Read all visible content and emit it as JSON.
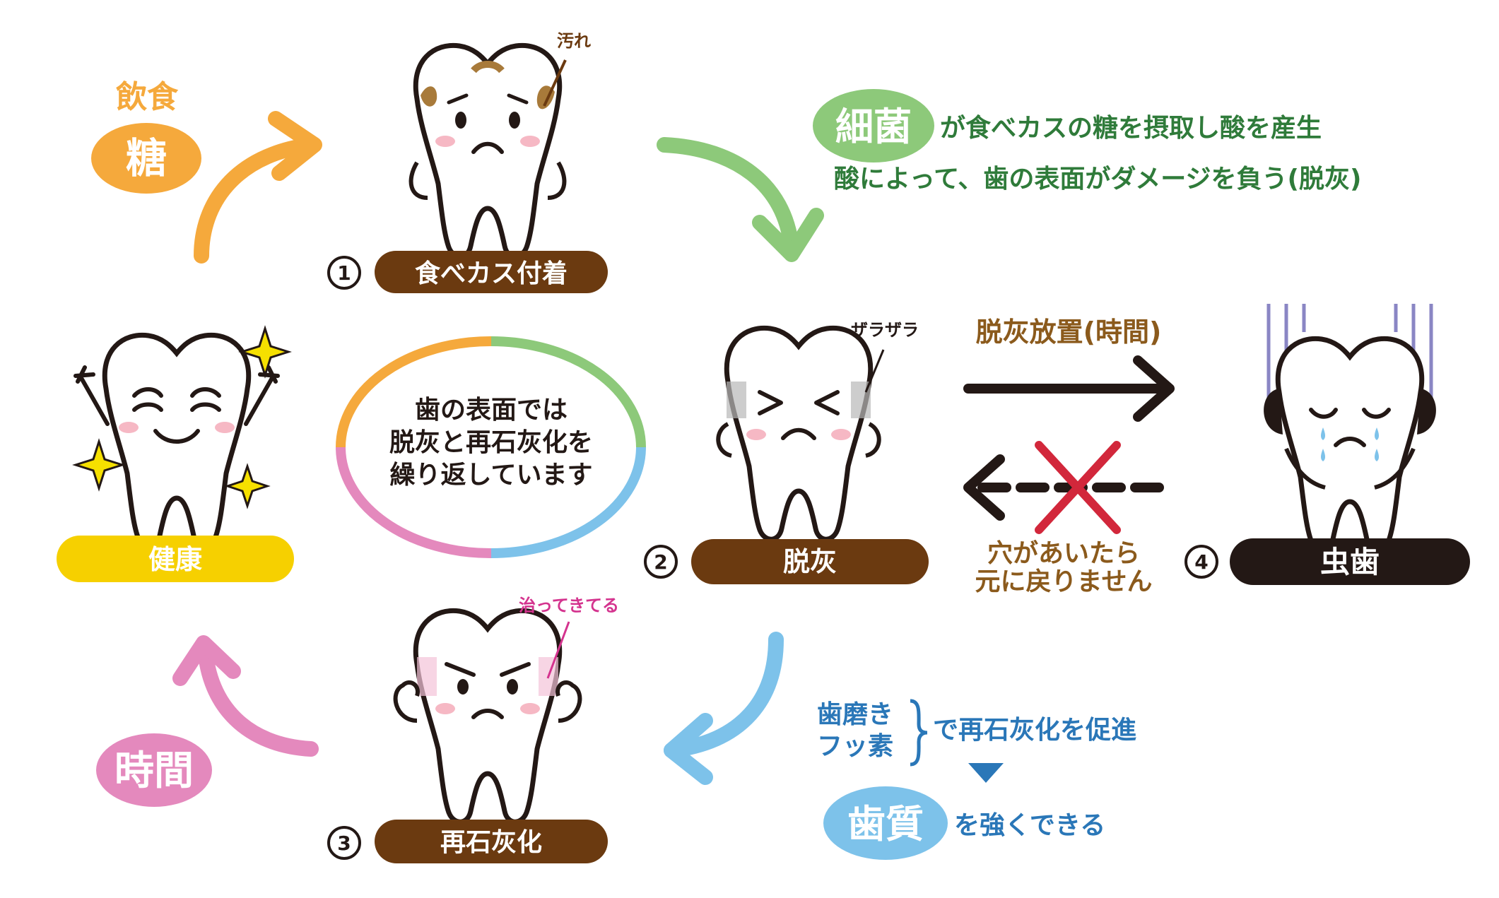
{
  "food": {
    "drink_label": "飲食",
    "sugar_label": "糖"
  },
  "time_label": "時間",
  "stains_label": "汚れ",
  "rough_label": "ザラザラ",
  "healing_label": "治ってきてる",
  "center_text": [
    "歯の表面では",
    "脱灰と再石灰化を",
    "繰り返しています"
  ],
  "stages": [
    {
      "num": "1",
      "label": "食べカス付着"
    },
    {
      "num": "2",
      "label": "脱灰"
    },
    {
      "num": "3",
      "label": "再石灰化"
    },
    {
      "num": "4",
      "label": "虫歯"
    }
  ],
  "healthy_label": "健康",
  "bacteria": {
    "badge": "細菌",
    "line1": "が食べカスの糖を摂取し酸を産生",
    "line2": "酸によって、歯の表面がダメージを負う(脱灰)"
  },
  "neglect_label": "脱灰放置(時間)",
  "no_return": [
    "穴があいたら",
    "元に戻りません"
  ],
  "remineral": {
    "items": [
      "歯磨き",
      "フッ素"
    ],
    "promote": "で再石灰化を促進",
    "badge": "歯質",
    "strengthen": "を強くできる"
  },
  "colors": {
    "orange": "#f5a93c",
    "green": "#8dc97a",
    "blue": "#7dc2ea",
    "pink": "#e489bd",
    "brown": "#6b3a10",
    "yellow": "#f6d000",
    "dark_green": "#2f7b3a",
    "dark_blue": "#2a77b8",
    "text_brown": "#8b5a1c",
    "magenta": "#d4338e",
    "red": "#d2273b",
    "black": "#231815"
  }
}
